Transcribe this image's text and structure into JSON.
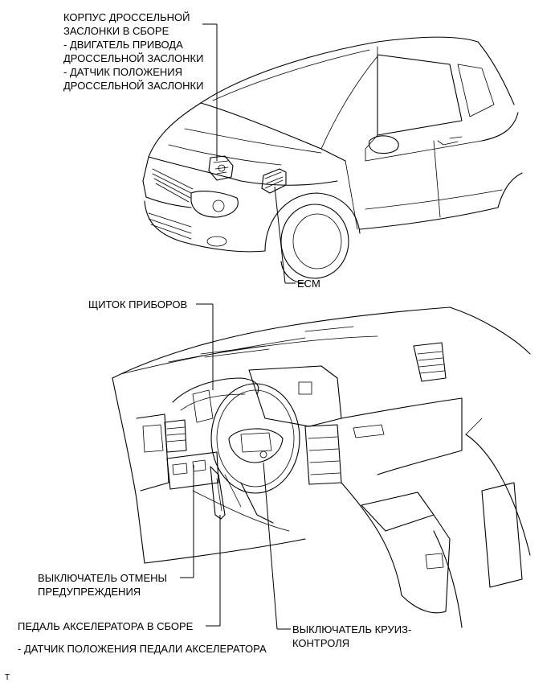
{
  "labels": {
    "throttle_body": {
      "line1": "КОРПУС ДРОССЕЛЬНОЙ",
      "line2": "ЗАСЛОНКИ В СБОРЕ",
      "line3": "- ДВИГАТЕЛЬ ПРИВОДА",
      "line4": "ДРОССЕЛЬНОЙ ЗАСЛОНКИ",
      "line5": "- ДАТЧИК ПОЛОЖЕНИЯ",
      "line6": "ДРОССЕЛЬНОЙ ЗАСЛОНКИ"
    },
    "ecm": "ECM",
    "instrument_panel": "ЩИТОК ПРИБОРОВ",
    "warning_cancel": {
      "line1": "ВЫКЛЮЧАТЕЛЬ ОТМЕНЫ",
      "line2": "ПРЕДУПРЕЖДЕНИЯ"
    },
    "accelerator_pedal": {
      "line1": "ПЕДАЛЬ АКСЕЛЕРАТОРА В СБОРЕ",
      "line2": "- ДАТЧИК ПОЛОЖЕНИЯ ПЕДАЛИ АКСЕЛЕРАТОРА"
    },
    "cruise_switch": {
      "line1": "ВЫКЛЮЧАТЕЛЬ КРУИЗ-",
      "line2": "КОНТРОЛЯ"
    },
    "corner_mark": "T"
  }
}
